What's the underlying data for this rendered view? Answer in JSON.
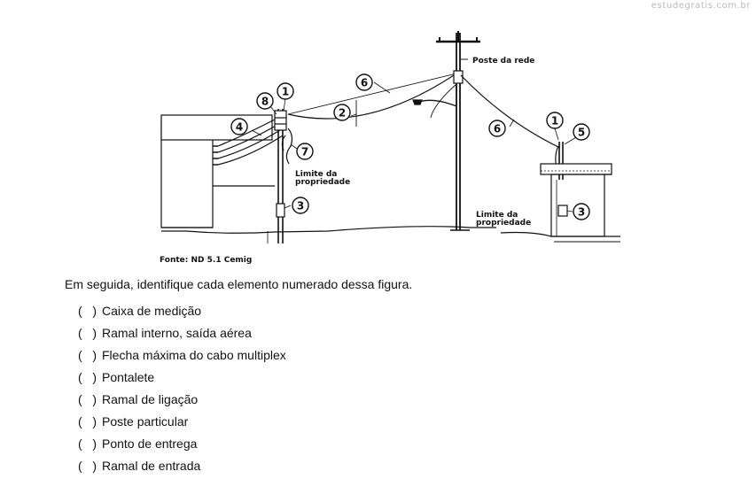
{
  "watermark": "estudegratis.com.br",
  "figure": {
    "source_caption": "Fonte: ND 5.1 Cemig",
    "label_pole": "Poste da rede",
    "label_property_limit_left_line1": "Limite da",
    "label_property_limit_left_line2": "propriedade",
    "label_property_limit_right_line1": "Limite da",
    "label_property_limit_right_line2": "propriedade",
    "callouts": [
      "1",
      "8",
      "6",
      "2",
      "4",
      "7",
      "3",
      "6",
      "1",
      "5",
      "3"
    ]
  },
  "question": "Em seguida, identifique cada elemento numerado dessa figura.",
  "blank_marker": "(   )",
  "options": [
    "Caixa de medição",
    "Ramal interno, saída aérea",
    "Flecha máxima do cabo multiplex",
    "Pontalete",
    "Ramal de ligação",
    "Poste particular",
    "Ponto de entrega",
    "Ramal de entrada"
  ]
}
